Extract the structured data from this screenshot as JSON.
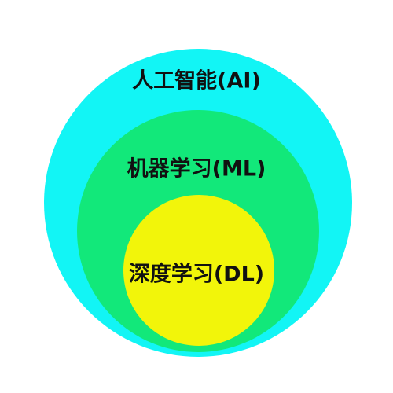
{
  "diagram": {
    "type": "nested-circles",
    "layers": [
      {
        "label": "人工智能(AI)",
        "color": "#12F5F5"
      },
      {
        "label": "机器学习(ML)",
        "color": "#12E87A"
      },
      {
        "label": "深度学习(DL)",
        "color": "#F2F50A"
      }
    ]
  }
}
